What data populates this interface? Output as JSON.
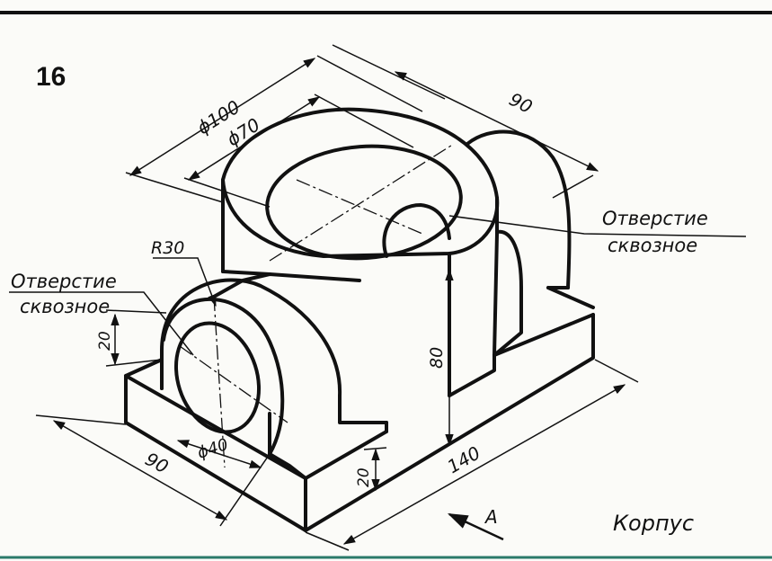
{
  "figure_number": "16",
  "part_name": "Корпус",
  "view_label": "A",
  "notes": {
    "through_hole_label_line1": "Отверстие",
    "through_hole_label_line2": "сквозное"
  },
  "dimensions": {
    "outer_diameter": "ϕ100",
    "inner_diameter": "ϕ70",
    "depth_top": "90",
    "radius": "R30",
    "small_diameter": "ϕ40",
    "boss_height": "20",
    "body_height": "80",
    "base_thickness": "20",
    "length": "140",
    "width": "90"
  }
}
